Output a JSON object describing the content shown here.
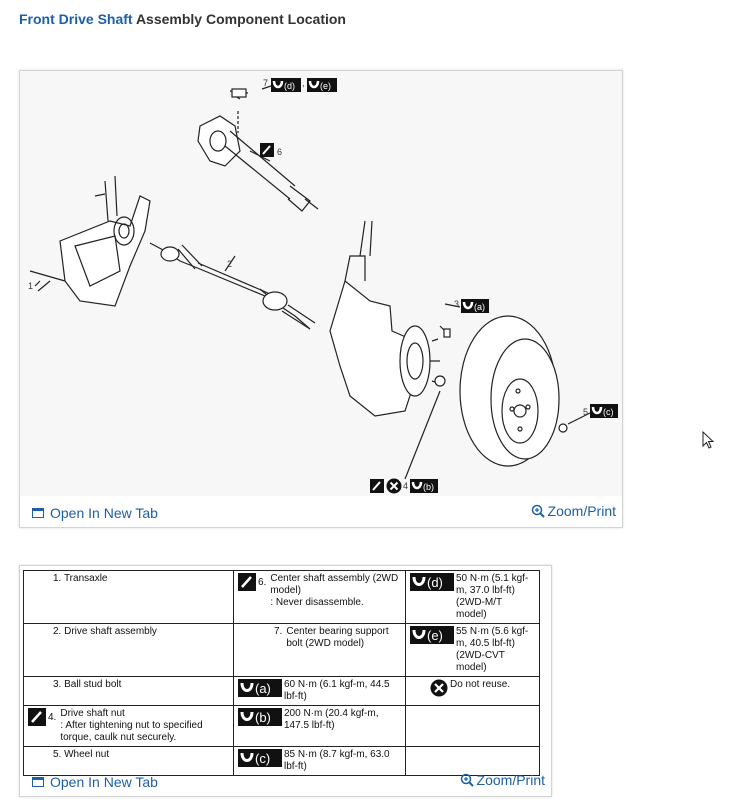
{
  "page": {
    "title_link": "Front Drive Shaft",
    "title_rest": " Assembly Component Location"
  },
  "figure": {
    "callouts": {
      "n1": "1",
      "n2": "2",
      "n3": "3",
      "n4": "4",
      "n5": "5",
      "n6": "6",
      "n7": "7",
      "a": "(a)",
      "b": "(b)",
      "c": "(c)",
      "d": "(d)",
      "e": "(e)",
      "sep": ","
    },
    "open_label": "Open In New Tab",
    "zoom_label": "Zoom/Print"
  },
  "legend": {
    "rows": [
      {
        "left": "1. Transaxle",
        "mid_num": "6.",
        "mid": "Center shaft assembly (2WD model)\n: Never disassemble.",
        "right_sym": "(d)",
        "right": "50 N·m (5.1 kgf-m, 37.0 lbf-ft) (2WD-M/T model)"
      },
      {
        "left": "2. Drive shaft assembly",
        "mid_num": "7.",
        "mid": "Center bearing support bolt (2WD model)",
        "right_sym": "(e)",
        "right": "55 N·m (5.6 kgf-m, 40.5 lbf-ft) (2WD-CVT model)"
      },
      {
        "left": "3. Ball stud bolt",
        "mid_sym": "(a)",
        "mid": "60 N·m (6.1 kgf-m, 44.5 lbf-ft)",
        "right": "Do not reuse."
      },
      {
        "left_num": "4.",
        "left": "Drive shaft nut\n: After tightening nut to specified torque, caulk nut securely.",
        "mid_sym": "(b)",
        "mid": "200 N·m (20.4 kgf-m, 147.5 lbf-ft)",
        "right": ""
      },
      {
        "left": "5. Wheel nut",
        "mid_sym": "(c)",
        "mid": "85 N·m (8.7 kgf-m, 63.0 lbf-ft)",
        "right": ""
      }
    ],
    "open_label": "Open In New Tab",
    "zoom_label": "Zoom/Print"
  },
  "colors": {
    "link": "#1e5fa8",
    "text": "#333333",
    "border": "#d3d3d3"
  },
  "icons": [
    "open-in-new-tab-icon",
    "zoom-in-icon",
    "torque-wrench-icon",
    "grease-brush-icon",
    "do-not-reuse-icon",
    "mouse-cursor-icon"
  ]
}
